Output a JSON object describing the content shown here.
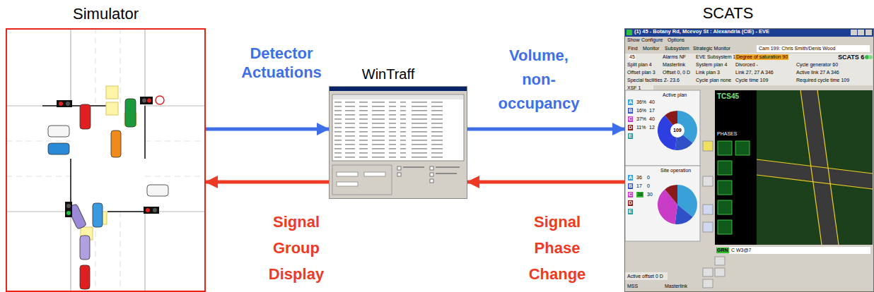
{
  "diagram": {
    "nodes": [
      {
        "text": [
          "Simulator"
        ]
      },
      {
        "text": [
          "WinTraff"
        ]
      },
      {
        "text": [
          "SCATS"
        ]
      }
    ],
    "edges": [
      {
        "from": 0,
        "to": 1,
        "arrow": "to",
        "label": "Detector Actuations"
      },
      {
        "from": 1,
        "to": 2,
        "arrow": "to",
        "label": "Volume, non-occupancy"
      },
      {
        "from": 2,
        "to": 1,
        "arrow": "to",
        "label": "Signal Phase Change"
      },
      {
        "from": 1,
        "to": 0,
        "arrow": "to",
        "label": "Signal Group Display"
      }
    ],
    "labels": [
      "(1) 45 - Botany Rd, Mcevoy St : Alexandria (CIE) - EVE",
      "Show",
      "Configure",
      "Options",
      "Find",
      "Monitor",
      "Subsystem",
      "Strategic Monitor",
      "Cam 199: Chris Smith/Denis Wood",
      "45",
      "Alarms NF",
      "EVE Subsystem 1",
      "Degree of saturation 90",
      "SCATS 6",
      "Split plan 4",
      "Masterlink",
      "System plan 4",
      "Divorced -",
      "Cycle generator 60",
      "Offset plan 3",
      "Offset 0, 0 D",
      "Link plan 3",
      "Link 27, 27 A 346",
      "Active link 27 A 346",
      "Special facilities Z- 23.6",
      "Cycle plan none",
      "Cycle time 109",
      "Required cycle time 109",
      "XSF 1",
      "Active plan",
      "109",
      "A",
      "36%",
      "40",
      "B",
      "16%",
      "17",
      "C",
      "37%",
      "40",
      "D",
      "11%",
      "12",
      "E",
      "Site operation",
      "A",
      "36",
      "0",
      "B",
      "17",
      "0",
      "C",
      "38",
      "30",
      "D",
      "E",
      "TCS45",
      "PHASES",
      "GRN",
      "C W3@7",
      "Active offset 0 D",
      "MSS",
      "Masterlink"
    ]
  }
}
